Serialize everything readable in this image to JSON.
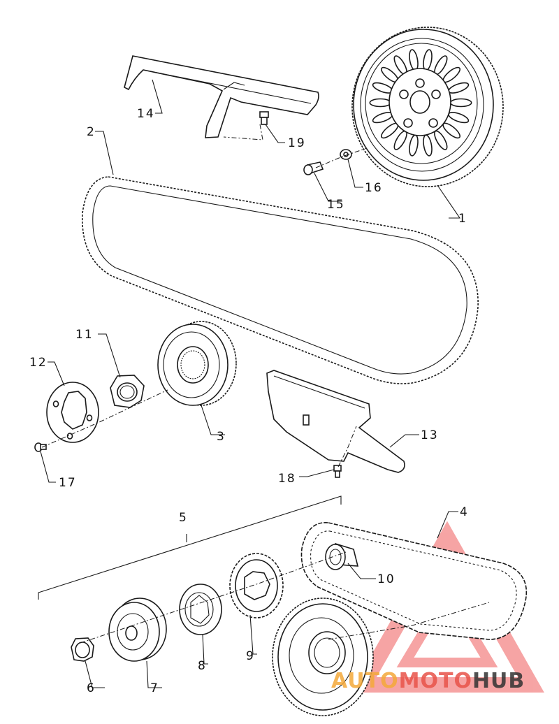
{
  "callouts": {
    "p1": "1",
    "p2": "2",
    "p3": "3",
    "p4": "4",
    "p5": "5",
    "p6": "6",
    "p7": "7",
    "p8": "8",
    "p9": "9",
    "p10": "10",
    "p11": "11",
    "p12": "12",
    "p13": "13",
    "p14": "14",
    "p15": "15",
    "p16": "16",
    "p17": "17",
    "p18": "18",
    "p19": "19"
  },
  "watermark": {
    "brand_left": "AUTO",
    "brand_mid": "MOTO",
    "brand_right": "HUB",
    "color_left": "#f4a93a",
    "color_mid": "#e8534a",
    "color_right": "#333333",
    "logo_color": "#ef5b5b"
  }
}
